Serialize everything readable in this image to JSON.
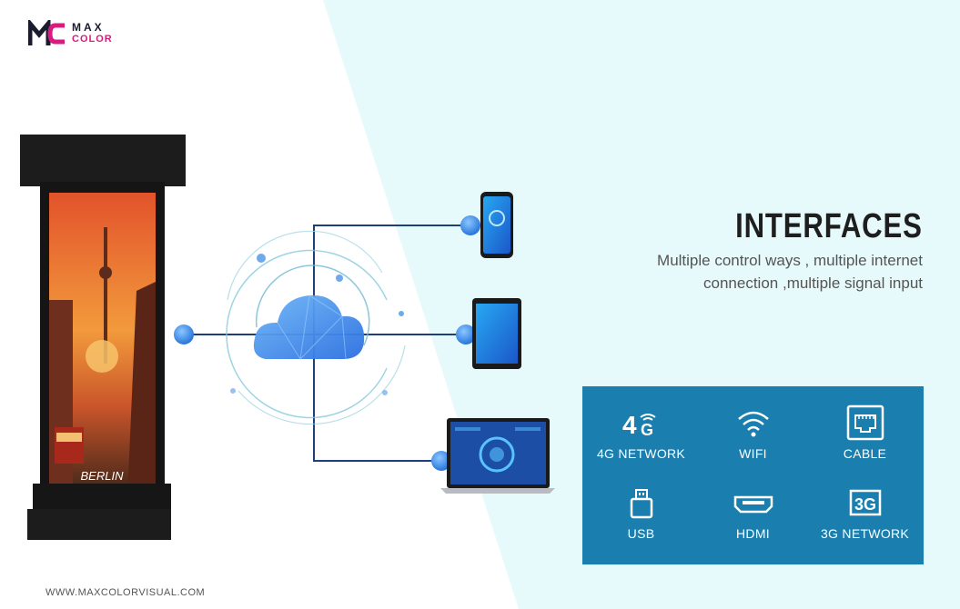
{
  "brand": {
    "line1": "MAX",
    "line2": "COLOR"
  },
  "heading": {
    "title": "INTERFACES",
    "subtitle": "Multiple control ways , multiple internet connection ,multiple signal input"
  },
  "interfaces": [
    {
      "label": "4G NETWORK",
      "icon": "4g-icon"
    },
    {
      "label": "WIFI",
      "icon": "wifi-icon"
    },
    {
      "label": "CABLE",
      "icon": "ethernet-port-icon"
    },
    {
      "label": "USB",
      "icon": "usb-icon"
    },
    {
      "label": "HDMI",
      "icon": "hdmi-icon"
    },
    {
      "label": "3G NETWORK",
      "icon": "3g-icon"
    }
  ],
  "icon_text": {
    "g4_num": "4",
    "g4_letter": "G",
    "g3": "3G"
  },
  "kiosk": {
    "screen_text": "BERLIN"
  },
  "footer": {
    "url": "WWW.MAXCOLORVISUAL.COM"
  },
  "colors": {
    "panel": "#1a7fae",
    "background_right": "#e6f9fb",
    "node": "#2f86e6",
    "line": "#1f3f7a"
  }
}
